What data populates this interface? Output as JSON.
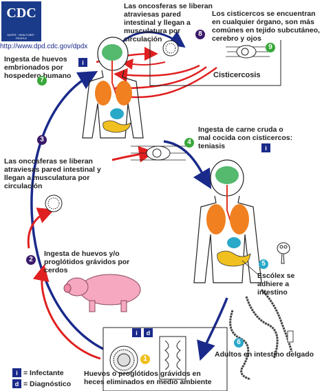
{
  "logo": {
    "text": "CDC",
    "tagline": "SAFER · HEALTHIER · PEOPLE",
    "url": "http://www.dpd.cdc.gov/dpdx"
  },
  "steps": {
    "s1": {
      "num": "1",
      "text": "Huevos o proglótidos grávidos en heces eliminados en medio ambiente"
    },
    "s2": {
      "num": "2",
      "text": "Ingesta de huevos y/o proglótidos grávidos por cerdos"
    },
    "s3": {
      "num": "3",
      "text": "Las oncosferas se liberan atraviesas pared intestinal y llegan a musculatura por circulación"
    },
    "s4": {
      "num": "4",
      "text": "Ingesta de carne cruda o mal cocida con cisticercos: teniasis"
    },
    "s5": {
      "num": "5",
      "text": "Escólex se adhiere a intestino"
    },
    "s6": {
      "num": "6",
      "text": "Adultos en intestino delgado"
    },
    "s7": {
      "num": "7",
      "text": "Ingesta de huevos embrionados por hospedero humano"
    },
    "s8": {
      "num": "8",
      "text": "Las oncosferas se liberan atraviesas pared intestinal y llegan a musculatura por circulación"
    },
    "s9": {
      "num": "9",
      "text": "Los cisticercos se encuentran en cualquier órgano, son más comúnes en tejido subcutáneo, cerebro y ojos"
    }
  },
  "cisticercosis_label": "Cisticercosis",
  "legend": {
    "infective_letter": "i",
    "infective_label": "= Infectante",
    "diagnostic_letter": "d",
    "diagnostic_label": "= Diagnóstico"
  },
  "colors": {
    "infective_cycle": "#1a2a8a",
    "diagnostic_cycle": "#e02020",
    "step_purple": "#3a1a6a",
    "step_green": "#3aa83a",
    "step_cyan": "#2aa8c8",
    "step_yellow": "#f0c020"
  }
}
